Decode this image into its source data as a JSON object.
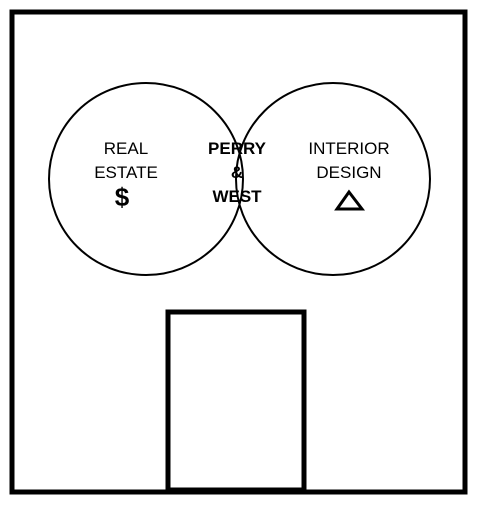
{
  "diagram": {
    "left_circle": {
      "lines": [
        "REAL",
        "ESTATE"
      ],
      "symbol": "$"
    },
    "right_circle": {
      "lines": [
        "INTERIOR",
        "DESIGN"
      ],
      "symbol_icon": "triangle-icon"
    },
    "overlap": {
      "lines": [
        "PERRY",
        "&",
        "WEST"
      ]
    }
  },
  "colors": {
    "stroke": "#000000",
    "background": "#ffffff"
  }
}
